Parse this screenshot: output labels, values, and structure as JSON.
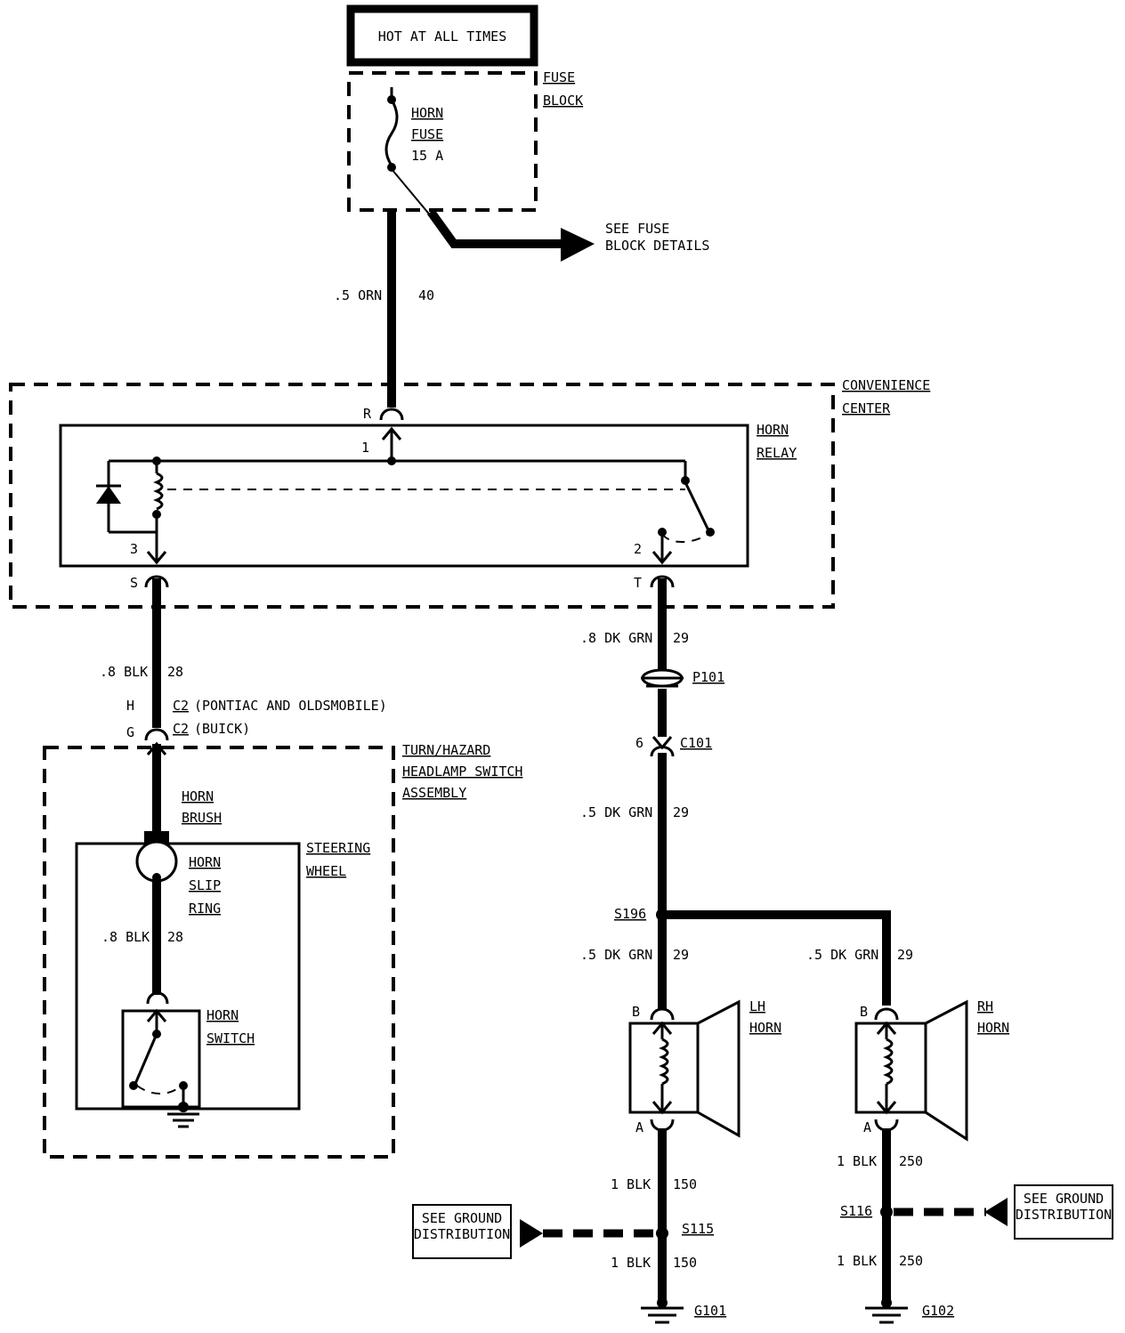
{
  "power_source": {
    "label": "HOT AT ALL TIMES"
  },
  "fuse_block": {
    "title_line1": "FUSE",
    "title_line2": "BLOCK",
    "fuse_name_line1": "HORN",
    "fuse_name_line2": "FUSE",
    "fuse_rating": "15 A"
  },
  "fuse_block_ref": {
    "line1": "SEE FUSE",
    "line2": "BLOCK DETAILS"
  },
  "wires": {
    "orn_main": {
      "gauge_color": ".5 ORN",
      "circuit": "40"
    },
    "blk_relay_to_switch": {
      "gauge_color": ".8 BLK",
      "circuit": "28"
    },
    "blk_slip_ring": {
      "gauge_color": ".8 BLK",
      "circuit": "28"
    },
    "dkgrn_relay_out": {
      "gauge_color": ".8 DK GRN",
      "circuit": "29"
    },
    "dkgrn_after_c101": {
      "gauge_color": ".5 DK GRN",
      "circuit": "29"
    },
    "dkgrn_lh_horn": {
      "gauge_color": ".5 DK GRN",
      "circuit": "29"
    },
    "dkgrn_rh_horn": {
      "gauge_color": ".5 DK GRN",
      "circuit": "29"
    },
    "blk_lh_upper": {
      "gauge_color": "1 BLK",
      "circuit": "150"
    },
    "blk_lh_lower": {
      "gauge_color": "1 BLK",
      "circuit": "150"
    },
    "blk_rh_upper": {
      "gauge_color": "1 BLK",
      "circuit": "250"
    },
    "blk_rh_lower": {
      "gauge_color": "1 BLK",
      "circuit": "250"
    }
  },
  "convenience_center": {
    "title_line1": "CONVENIENCE",
    "title_line2": "CENTER",
    "pin_r": "R",
    "pin_s": "S",
    "pin_t": "T"
  },
  "horn_relay": {
    "title_line1": "HORN",
    "title_line2": "RELAY",
    "terminal_1": "1",
    "terminal_2": "2",
    "terminal_3": "3"
  },
  "connector_c2": {
    "pin_h": "H",
    "pin_g": "G",
    "name": "C2",
    "variant_1": "(PONTIAC AND OLDSMOBILE)",
    "variant_2": "(BUICK)"
  },
  "turn_hazard_switch": {
    "line1": "TURN/HAZARD",
    "line2": "HEADLAMP SWITCH",
    "line3": "ASSEMBLY"
  },
  "horn_brush": {
    "line1": "HORN",
    "line2": "BRUSH"
  },
  "steering_wheel": {
    "line1": "STEERING",
    "line2": "WHEEL"
  },
  "horn_slip_ring": {
    "line1": "HORN",
    "line2": "SLIP",
    "line3": "RING"
  },
  "horn_switch": {
    "line1": "HORN",
    "line2": "SWITCH"
  },
  "connectors": {
    "p101": "P101",
    "c101": "C101",
    "c101_pin": "6"
  },
  "splices": {
    "s196": "S196",
    "s115": "S115",
    "s116": "S116"
  },
  "lh_horn": {
    "line1": "LH",
    "line2": "HORN",
    "pin_b": "B",
    "pin_a": "A"
  },
  "rh_horn": {
    "line1": "RH",
    "line2": "HORN",
    "pin_b": "B",
    "pin_a": "A"
  },
  "ground_ref_left": {
    "line1": "SEE GROUND",
    "line2": "DISTRIBUTION"
  },
  "ground_ref_right": {
    "line1": "SEE GROUND",
    "line2": "DISTRIBUTION"
  },
  "grounds": {
    "g101": "G101",
    "g102": "G102"
  }
}
